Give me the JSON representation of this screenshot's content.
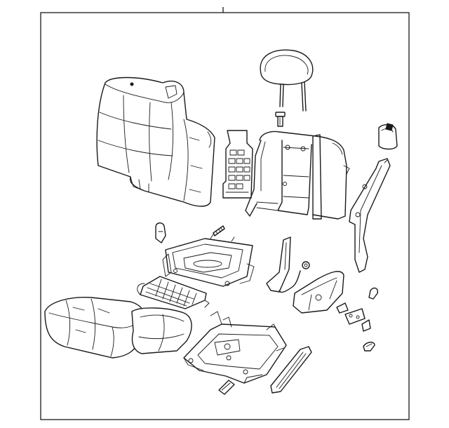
{
  "diagram": {
    "line_color": "#1a1a1a",
    "background_color": "#ffffff",
    "parts": [
      {
        "name": "headrest"
      },
      {
        "name": "headrest-guide"
      },
      {
        "name": "seat-back-cover"
      },
      {
        "name": "lumbar-support"
      },
      {
        "name": "seat-back-frame"
      },
      {
        "name": "recliner-cover"
      },
      {
        "name": "side-trim-panel"
      },
      {
        "name": "recliner-handle"
      },
      {
        "name": "cushion-frame"
      },
      {
        "name": "spring-mat"
      },
      {
        "name": "seat-cushion-cover"
      },
      {
        "name": "cushion-pad"
      },
      {
        "name": "seat-adjuster"
      },
      {
        "name": "seat-track-cover"
      },
      {
        "name": "side-shield"
      },
      {
        "name": "switch-knobs"
      },
      {
        "name": "seat-belt-buckle"
      }
    ]
  }
}
